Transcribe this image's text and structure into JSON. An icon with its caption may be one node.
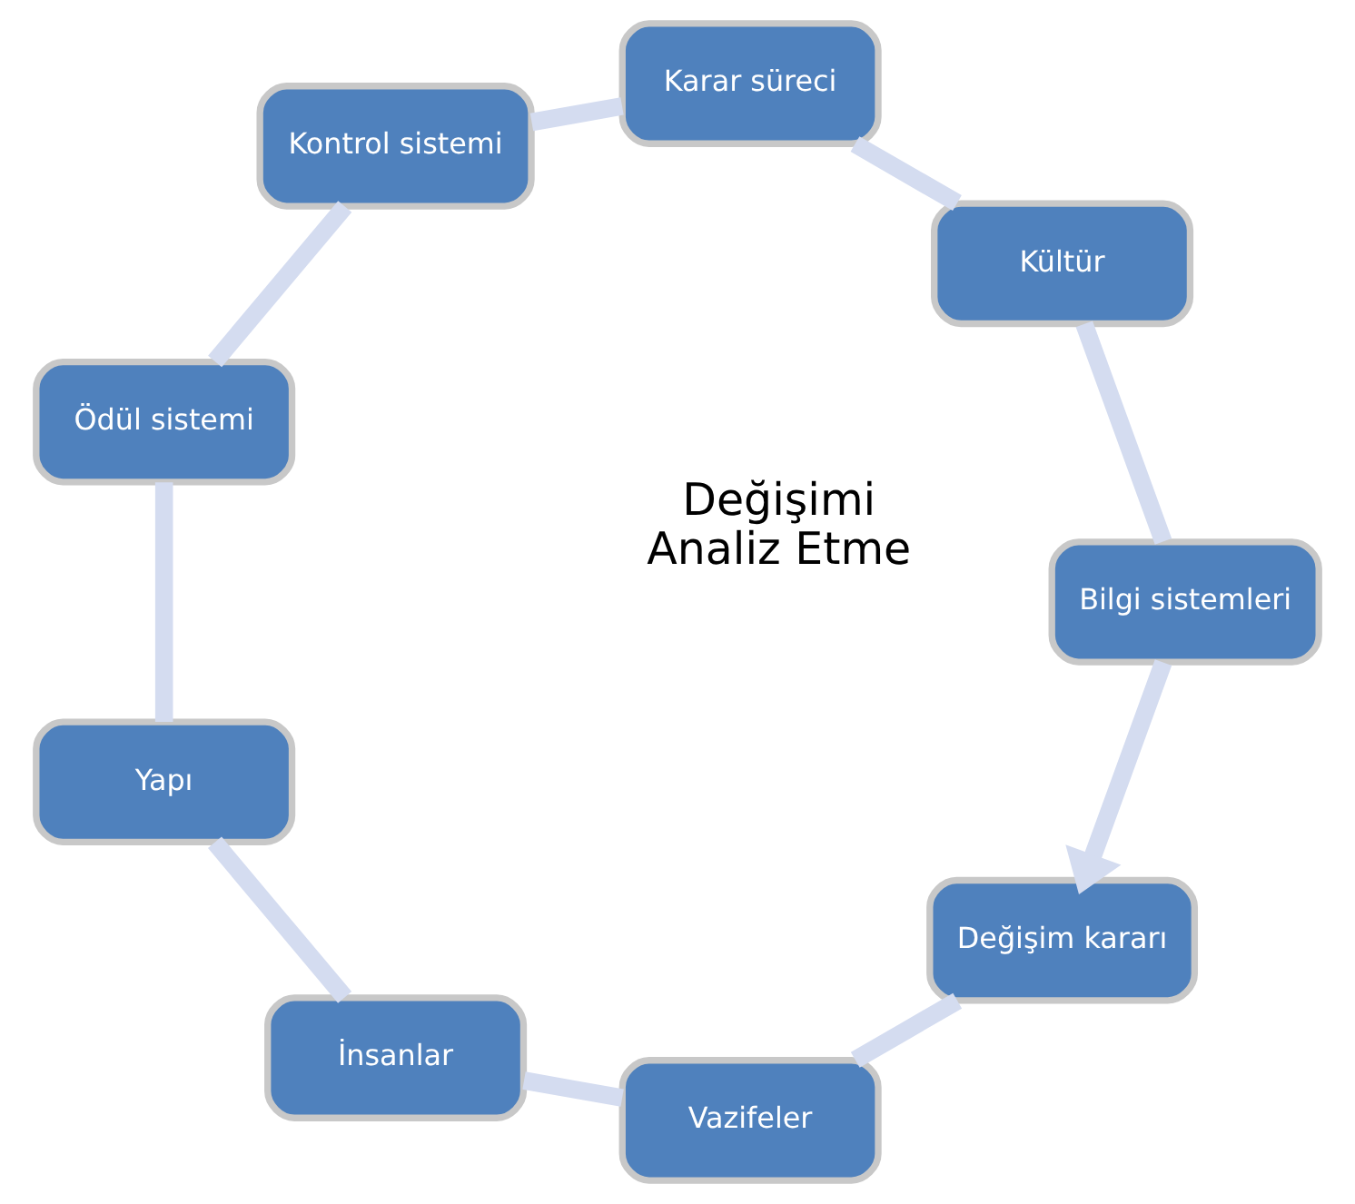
{
  "diagram": {
    "nodes": [
      {
        "text": [
          "Değişim kararı"
        ]
      },
      {
        "text": [
          "Vazifeler"
        ]
      },
      {
        "text": [
          "İnsanlar"
        ]
      },
      {
        "text": [
          "Yapı"
        ]
      },
      {
        "text": [
          "Ödül sistemi"
        ]
      },
      {
        "text": [
          "Kontrol sistemi"
        ]
      },
      {
        "text": [
          "Karar süreci"
        ]
      },
      {
        "text": [
          "Kültür"
        ]
      },
      {
        "text": [
          "Bilgi sistemleri"
        ]
      }
    ],
    "edges": [
      {
        "from": 0,
        "to": 1,
        "arrow": "none"
      },
      {
        "from": 1,
        "to": 2,
        "arrow": "none"
      },
      {
        "from": 2,
        "to": 3,
        "arrow": "none"
      },
      {
        "from": 3,
        "to": 4,
        "arrow": "none"
      },
      {
        "from": 4,
        "to": 5,
        "arrow": "none"
      },
      {
        "from": 5,
        "to": 6,
        "arrow": "none"
      },
      {
        "from": 6,
        "to": 7,
        "arrow": "none"
      },
      {
        "from": 7,
        "to": 8,
        "arrow": "none"
      },
      {
        "from": 8,
        "to": 0,
        "arrow": "to"
      }
    ],
    "labels": [
      "Değişimi",
      "Analiz Etme"
    ]
  }
}
